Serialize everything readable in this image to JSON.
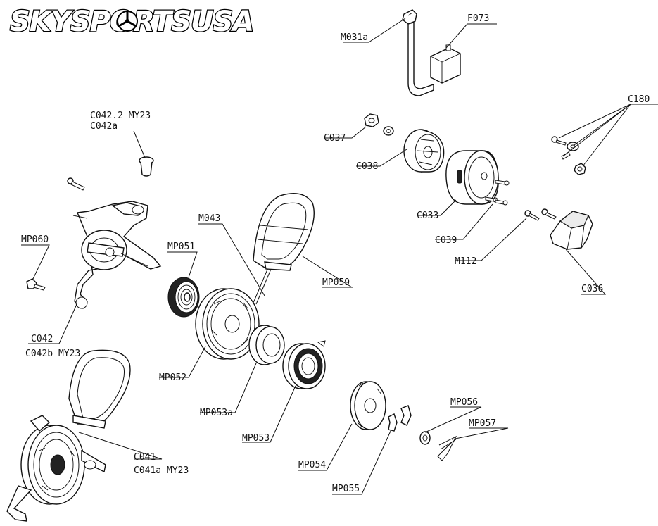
{
  "brand": {
    "logo_text": "SKYSPORTSUSA"
  },
  "labels": {
    "m031a": "M031a",
    "f073": "F073",
    "c180": "C180",
    "c042_2": "C042.2 MY23",
    "c042a": "C042a",
    "c037": "C037",
    "c038": "C038",
    "c033": "C033",
    "c039": "C039",
    "m112": "M112",
    "c036": "C036",
    "mp060": "MP060",
    "m043": "M043",
    "mp051": "MP051",
    "mp059": "MP059",
    "c042": "C042",
    "c042b": "C042b MY23",
    "mp052": "MP052",
    "mp053a": "MP053a",
    "mp053": "MP053",
    "mp056": "MP056",
    "mp057": "MP057",
    "c041": "C041",
    "c041a": "C041a MY23",
    "mp054": "MP054",
    "mp055": "MP055"
  }
}
